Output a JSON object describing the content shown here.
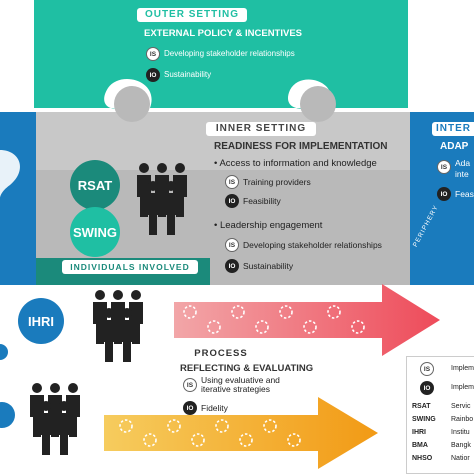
{
  "outer": {
    "title": "OUTER SETTING",
    "subtitle": "EXTERNAL POLICY & INCENTIVES",
    "items": [
      {
        "badge": "IS",
        "text": "Developing stakeholder relationships"
      },
      {
        "badge": "IO",
        "text": "Sustainability"
      }
    ]
  },
  "inner": {
    "title": "INNER SETTING",
    "heading": "READINESS FOR IMPLEMENTATION",
    "bullet1": "Access to information and knowledge",
    "items1": [
      {
        "badge": "IS",
        "text": "Training providers"
      },
      {
        "badge": "IO",
        "text": "Feasibility"
      }
    ],
    "bullet2": "Leadership engagement",
    "items2": [
      {
        "badge": "IS",
        "text": "Developing stakeholder relationships"
      },
      {
        "badge": "IO",
        "text": "Sustainability"
      }
    ]
  },
  "intervention": {
    "title": "INTER",
    "heading": "ADAP",
    "items": [
      {
        "badge": "IS",
        "text": "Ada"
      },
      {
        "badge": "",
        "text": "inte"
      },
      {
        "badge": "IO",
        "text": "Feas"
      }
    ],
    "periphery": "PERIPHERY"
  },
  "individuals": {
    "label": "INDIVIDUALS INVOLVED",
    "circles": [
      "RSAT",
      "SWING"
    ]
  },
  "ihri": "IHRI",
  "process": {
    "title": "PROCESS",
    "heading": "REFLECTING & EVALUATING",
    "items": [
      {
        "badge": "IS",
        "text": "Using evaluative and\niterative strategies"
      },
      {
        "badge": "IO",
        "text": "Fidelity"
      }
    ]
  },
  "legend": [
    {
      "key": "IS",
      "value": "Implem"
    },
    {
      "key": "IO",
      "value": "Implem"
    },
    {
      "key": "RSAT",
      "value": "Servic"
    },
    {
      "key": "SWING",
      "value": "Rainbo"
    },
    {
      "key": "IHRI",
      "value": "Institu"
    },
    {
      "key": "BMA",
      "value": "Bangk"
    },
    {
      "key": "NHSO",
      "value": "Natior"
    }
  ],
  "colors": {
    "teal": "#1fbfa3",
    "grey": "#b4b4b4",
    "blue": "#1a7bbd",
    "darkteal": "#1b8a7b",
    "pink": "#f08088",
    "gold": "#f2b02e"
  }
}
